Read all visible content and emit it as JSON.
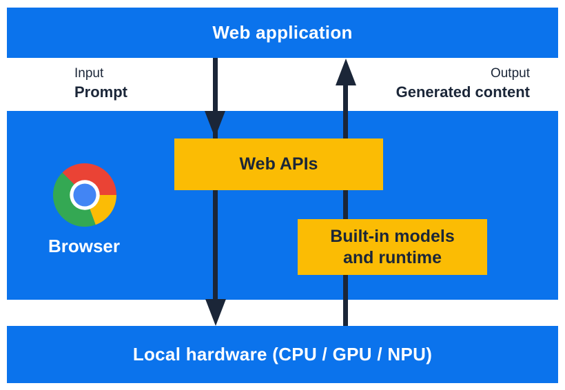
{
  "top_bar": {
    "label": "Web application"
  },
  "io": {
    "input_label": "Input",
    "input_value": "Prompt",
    "output_label": "Output",
    "output_value": "Generated content"
  },
  "browser_section": {
    "browser_label": "Browser",
    "web_apis_label": "Web APIs",
    "builtin_models_line1": "Built-in models",
    "builtin_models_line2": "and runtime"
  },
  "bottom_bar": {
    "label": "Local hardware (CPU / GPU / NPU)"
  },
  "arrows": {
    "down_arrow": "down-arrow from Web application through Web APIs to Local hardware",
    "up_arrow": "up-arrow from Local hardware through Built-in models and runtime to Web application"
  },
  "colors": {
    "bar_blue": "#0B73EC",
    "box_yellow": "#FBBC04",
    "dark_navy": "#1B2638",
    "white": "#FFFFFF",
    "chrome_red": "#EA4335",
    "chrome_yellow": "#FBBC05",
    "chrome_green": "#34A853",
    "chrome_blue": "#4285F4"
  }
}
